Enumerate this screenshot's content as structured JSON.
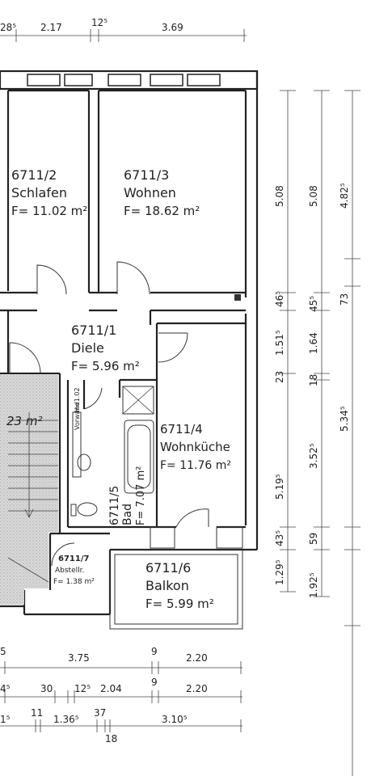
{
  "top_dims": {
    "d1": "28⁵",
    "d2": "2.17",
    "d3": "12⁵",
    "d4": "3.69"
  },
  "rooms": {
    "schlafen": {
      "id": "6711/2",
      "name": "Schlafen",
      "area": "F=  11.02  m²"
    },
    "wohnen": {
      "id": "6711/3",
      "name": "Wohnen",
      "area": "F=  18.62  m²"
    },
    "diele": {
      "id": "6711/1",
      "name": "Diele",
      "area": "F=  5.96  m²"
    },
    "kueche": {
      "id": "6711/4",
      "name": "Wohnküche",
      "area": "F=  11.76  m²"
    },
    "bad": {
      "id": "6711/5",
      "name": "Bad",
      "area": "F=  7.07  m²"
    },
    "balkon": {
      "id": "6711/6",
      "name": "Balkon",
      "area": "F=  5.99  m²"
    },
    "abstell": {
      "id": "6711/7",
      "name": "Abstellr.",
      "area": "F=  1.38  m²"
    }
  },
  "stair_area": "23  m²",
  "fixtures": {
    "vorwand": "Vorwand",
    "wand_height": "H=1.02"
  },
  "right_dims": {
    "col1": [
      "46⁵",
      "1.51⁵",
      "23",
      "5.19⁵",
      "43⁵",
      "1.29⁵"
    ],
    "col2": [
      "5.08",
      "45⁵",
      "1.64",
      "18",
      "3.52⁵",
      "59",
      "1.92⁵"
    ],
    "col3": [
      "5.08",
      "4.82⁵",
      "73",
      "5.34⁵"
    ]
  },
  "bottom_dims": {
    "row1": [
      "5",
      "3.75",
      "9",
      "2.20"
    ],
    "row2": [
      "4⁵",
      "30",
      "12⁵",
      "2.04",
      "9",
      "2.20"
    ],
    "row3": [
      "1⁵",
      "11",
      "1.36⁵",
      "37",
      "3.10⁵"
    ],
    "row3_extra": "18"
  }
}
